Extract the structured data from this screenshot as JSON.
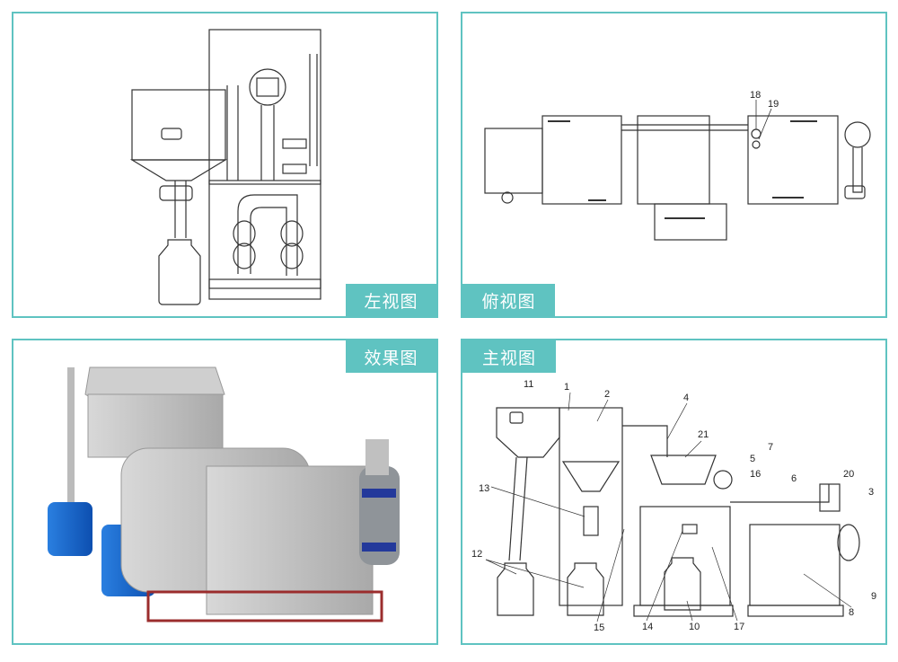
{
  "panels": {
    "left_view": {
      "title": "左视图"
    },
    "top_view": {
      "title": "俯视图",
      "callouts": [
        "18",
        "19"
      ]
    },
    "render": {
      "title": "效果图"
    },
    "front_view": {
      "title": "主视图",
      "callouts": [
        "1",
        "2",
        "3",
        "4",
        "5",
        "6",
        "7",
        "8",
        "9",
        "10",
        "11",
        "12",
        "13",
        "14",
        "15",
        "16",
        "17",
        "20",
        "21"
      ]
    }
  },
  "colors": {
    "accent": "#5fc3c1",
    "line": "#333333",
    "tank_blue": "#1f6fd1",
    "frame_red": "#9b2d2d"
  }
}
